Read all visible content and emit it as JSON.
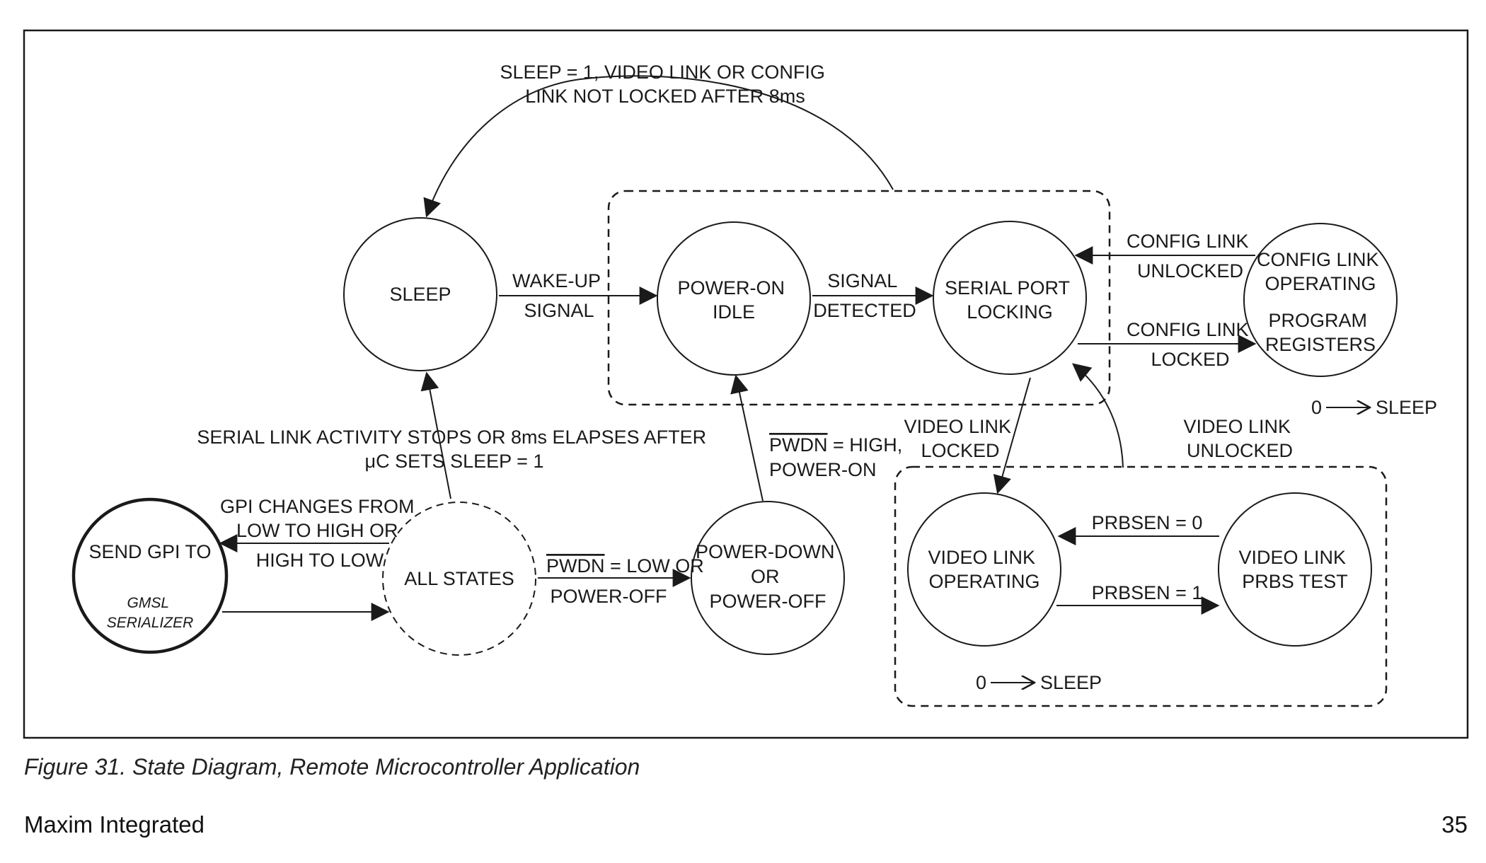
{
  "diagram": {
    "nodes": {
      "sleep": [
        "SLEEP"
      ],
      "power_on_idle": [
        "POWER-ON",
        "IDLE"
      ],
      "serial_port_locking": [
        "SERIAL PORT",
        "LOCKING"
      ],
      "config_link_operating": [
        "CONFIG LINK",
        "OPERATING"
      ],
      "program_registers": [
        "PROGRAM",
        "REGISTERS"
      ],
      "send_gpi": [
        "SEND GPI TO"
      ],
      "gmsl_serializer": [
        "GMSL",
        "SERIALIZER"
      ],
      "all_states": [
        "ALL STATES"
      ],
      "power_down": [
        "POWER-DOWN",
        "OR",
        "POWER-OFF"
      ],
      "video_link_operating": [
        "VIDEO LINK",
        "OPERATING"
      ],
      "video_link_prbs_test": [
        "VIDEO LINK",
        "PRBS TEST"
      ]
    },
    "edges": {
      "sleep_config_not_locked": [
        "SLEEP = 1, VIDEO LINK OR CONFIG",
        "LINK NOT LOCKED AFTER 8ms"
      ],
      "wake_up_signal": [
        "WAKE-UP",
        "SIGNAL"
      ],
      "signal_detected": [
        "SIGNAL",
        "DETECTED"
      ],
      "config_link_unlocked": [
        "CONFIG LINK",
        "UNLOCKED"
      ],
      "config_link_locked": [
        "CONFIG LINK",
        "LOCKED"
      ],
      "serial_activity_stops": [
        "SERIAL LINK ACTIVITY STOPS OR 8ms ELAPSES AFTER",
        "μC SETS SLEEP = 1"
      ],
      "gpi_changes": [
        "GPI CHANGES FROM",
        "LOW TO HIGH OR",
        "HIGH TO LOW"
      ],
      "pwdn_high": {
        "signal": "PWDN",
        "rest": " = HIGH,",
        "line2": "POWER-ON"
      },
      "pwdn_low": {
        "signal": "PWDN",
        "rest": " = LOW OR",
        "line2": "POWER-OFF"
      },
      "video_link_locked": [
        "VIDEO LINK",
        "LOCKED"
      ],
      "video_link_unlocked": [
        "VIDEO LINK",
        "UNLOCKED"
      ],
      "prbsen_0": "PRBSEN = 0",
      "prbsen_1": "PRBSEN = 1"
    },
    "sleep_markers": {
      "config": {
        "zero": "0",
        "target": "SLEEP"
      },
      "video": {
        "zero": "0",
        "target": "SLEEP"
      }
    }
  },
  "caption": "Figure 31. State Diagram, Remote Microcontroller Application",
  "footer": {
    "company": "Maxim Integrated",
    "page_number": "35"
  }
}
